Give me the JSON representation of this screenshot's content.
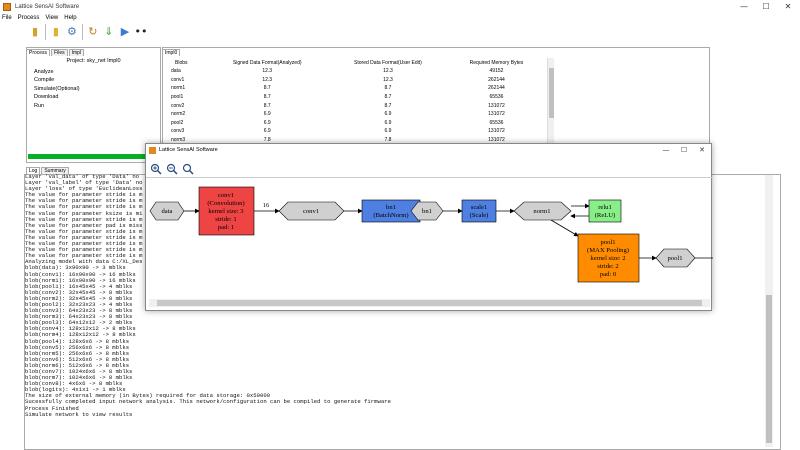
{
  "app": {
    "title": "Lattice SensAI Software",
    "controls": {
      "minimize": "—",
      "maximize": "☐",
      "close": "✕"
    }
  },
  "menu": [
    "File",
    "Process",
    "View",
    "Help"
  ],
  "toolbar": [
    {
      "name": "new-icon",
      "glyph": "▮",
      "color": "#d6a12b"
    },
    {
      "name": "open-icon",
      "glyph": "▮",
      "color": "#e0b030"
    },
    {
      "name": "settings-icon",
      "glyph": "⚙",
      "color": "#4477bb"
    },
    {
      "name": "refresh-icon",
      "glyph": "↻",
      "color": "#c08020"
    },
    {
      "name": "download-icon",
      "glyph": "⇓",
      "color": "#44aa44"
    },
    {
      "name": "run-icon",
      "glyph": "▶",
      "color": "#3b78d8"
    },
    {
      "name": "graph-icon",
      "glyph": "••",
      "color": "#222222"
    }
  ],
  "left_tabs": [
    "Process",
    "Files",
    "Impl"
  ],
  "project_title": "Project: sky_net Impl0",
  "steps": [
    "Analyze",
    "Compile",
    "Simulate(Optional)",
    "Download",
    "Run"
  ],
  "progress_pct": 100,
  "right_tabs": [
    "Impl0"
  ],
  "table": {
    "headers": [
      "Blobs",
      "Signed Data Format(Analyzed)",
      "Stored Data Format(User Edit)",
      "Required Memory Bytes"
    ],
    "rows": [
      [
        "data",
        "12.3",
        "12.3",
        "49152"
      ],
      [
        "conv1",
        "12.3",
        "12.3",
        "262144"
      ],
      [
        "norm1",
        "8.7",
        "8.7",
        "262144"
      ],
      [
        "pool1",
        "8.7",
        "8.7",
        "65536"
      ],
      [
        "conv2",
        "8.7",
        "8.7",
        "131072"
      ],
      [
        "norm2",
        "6.9",
        "6.9",
        "131072"
      ],
      [
        "pool2",
        "6.9",
        "6.9",
        "65536"
      ],
      [
        "conv3",
        "6.9",
        "6.9",
        "131072"
      ],
      [
        "norm3",
        "7.8",
        "7.8",
        "131072"
      ]
    ]
  },
  "log_tabs": [
    "Log",
    "Summary"
  ],
  "log_lines": [
    "Layer 'val_data' of type 'Data' no",
    "Layer 'val_label' of type 'Data' no",
    "Layer 'loss' of type 'EuclideanLoss",
    "The value for parameter stride is m",
    "The value for parameter stride is m",
    "The value for parameter stride is m",
    "The value for parameter ksize is mi",
    "The value for parameter stride is m",
    "The value for parameter pad is miss",
    "The value for parameter stride is m",
    "The value for parameter stride is m",
    "The value for parameter stride is m",
    "The value for parameter stride is m",
    "The value for parameter stride is m",
    "Analyzing model with data C:/XL_Des",
    "blob(data): 3x90x90 -> 3 mblks",
    "blob(conv1): 16x90x90 -> 16 mblks",
    "blob(norm1): 16x90x90 -> 16 mblks",
    "blob(pool1): 16x45x45 -> 4 mblks",
    "blob(conv2): 32x45x45 -> 8 mblks",
    "blob(norm2): 32x45x45 -> 8 mblks",
    "blob(pool2): 32x23x23 -> 4 mblks",
    "blob(conv3): 64x23x23 -> 8 mblks",
    "blob(norm3): 64x23x23 -> 8 mblks",
    "blob(pool3): 64x12x12 -> 2 mblks",
    "blob(conv4): 128x12x12 -> 8 mblks",
    "blob(norm4): 128x12x12 -> 8 mblks",
    "blob(pool4): 128x6x6 -> 8 mblks",
    "blob(conv5): 256x6x6 -> 8 mblks",
    "blob(norm5): 256x6x6 -> 8 mblks",
    "blob(conv6): 512x6x6 -> 8 mblks",
    "blob(norm6): 512x6x6 -> 8 mblks",
    "blob(conv7): 1024x6x6 -> 8 mblks",
    "blob(norm7): 1024x6x6 -> 8 mblks",
    "blob(conv8): 4x6x6 -> 8 mblks",
    "blob(logits): 4x1x1 -> 1 mblks",
    "The size of external memory (in Bytes) required for data storage: 0x50000",
    "Sucessfully completed input network analysis. This network/configuration can be compiled to generate firmware",
    "Process Finished",
    "Simulate network to view results"
  ],
  "popup": {
    "title": "Lattice SensAI Software",
    "controls": {
      "minimize": "—",
      "maximize": "☐",
      "close": "✕"
    },
    "tools": [
      "zoom-in-icon",
      "zoom-out-icon",
      "zoom-fit-icon"
    ],
    "graph": {
      "edge_label": "16",
      "nodes": {
        "data": "data",
        "conv1_box": [
          "conv1",
          "(Convolution)",
          "kernel size: 3",
          "stride: 1",
          "pad: 1"
        ],
        "conv1": "conv1",
        "bn1": [
          "bn1",
          "(BatchNorm)"
        ],
        "bn1_oct": "bn1",
        "scale1": [
          "scale1",
          "(Scale)"
        ],
        "norm1": "norm1",
        "relu1": [
          "relu1",
          "(ReLU)"
        ],
        "pool1_box": [
          "pool1",
          "(MAX Pooling)",
          "kernel size: 2",
          "stride: 2",
          "pad: 0"
        ],
        "pool1": "pool1"
      },
      "colors": {
        "conv": "#ee4444",
        "bn": "#4f7fe0",
        "relu": "#88ee88",
        "pool": "#ff8c00",
        "blob": "#d0d0d0"
      }
    }
  }
}
